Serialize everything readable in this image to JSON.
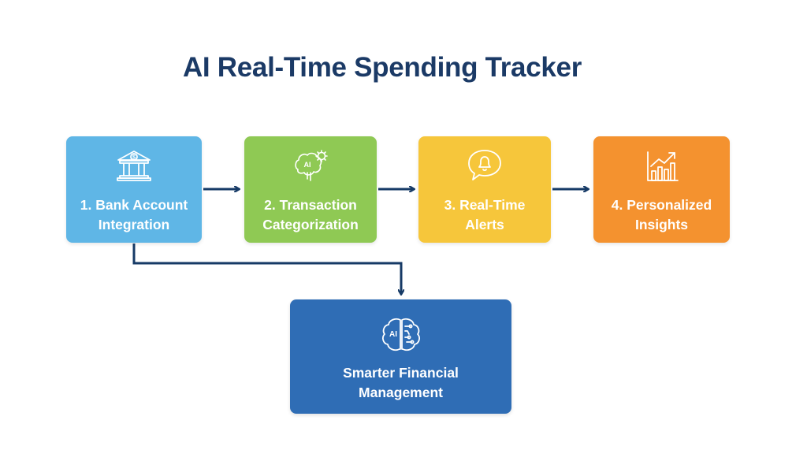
{
  "title": "AI Real-Time Spending Tracker",
  "steps": [
    {
      "label": "1. Bank Account\nIntegration",
      "color": "#5fb6e6",
      "icon": "bank-icon"
    },
    {
      "label": "2. Transaction\nCategorization",
      "color": "#8fc954",
      "icon": "ai-brain-gear-icon"
    },
    {
      "label": "3. Real-Time\nAlerts",
      "color": "#f6c63b",
      "icon": "bell-chat-icon"
    },
    {
      "label": "4. Personalized\nInsights",
      "color": "#f4922f",
      "icon": "growth-chart-icon"
    }
  ],
  "outcome": {
    "label": "Smarter Financial\nManagement",
    "color": "#2f6db5",
    "icon": "ai-brain-icon"
  },
  "icon_text": {
    "ai": "AI",
    "dollar": "$"
  },
  "colors": {
    "title": "#1b3a66",
    "arrow": "#163a66"
  }
}
